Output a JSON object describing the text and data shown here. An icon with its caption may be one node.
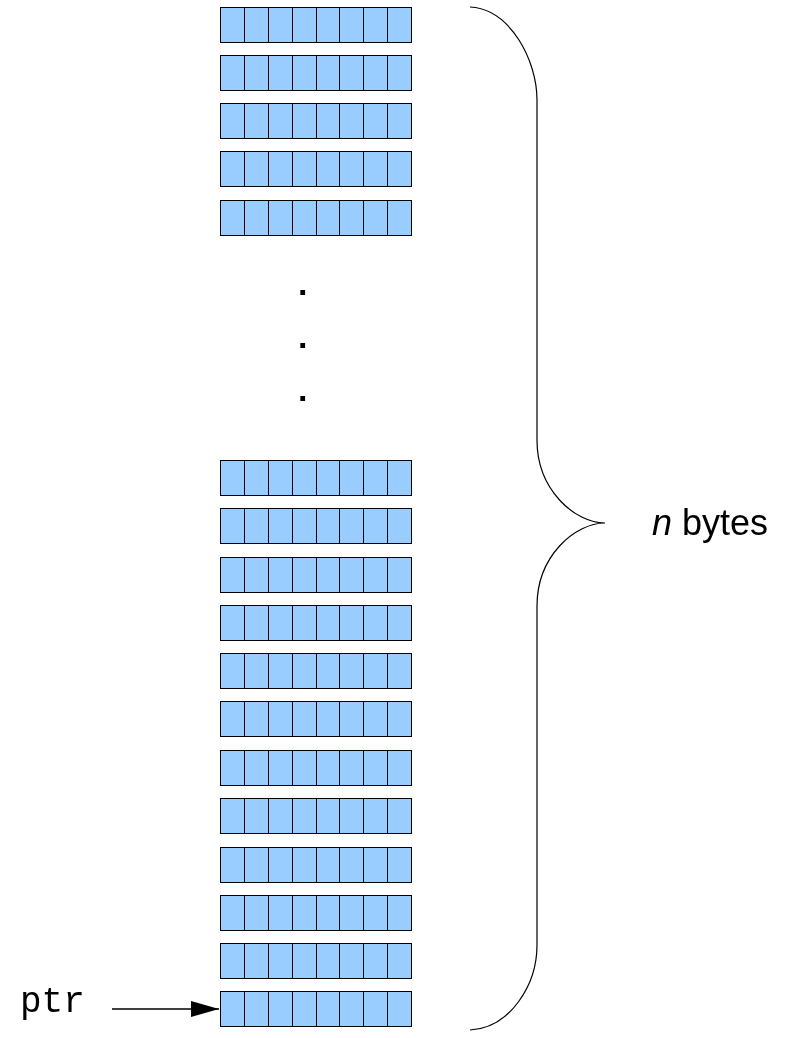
{
  "diagram": {
    "nodes": [
      {
        "text": [],
        "shape": "bar"
      },
      {
        "text": [],
        "shape": "bar"
      },
      {
        "text": [],
        "shape": "bar"
      },
      {
        "text": [],
        "shape": "bar"
      },
      {
        "text": [],
        "shape": "bar"
      },
      {
        "text": [],
        "shape": "bar"
      },
      {
        "text": [],
        "shape": "bar"
      },
      {
        "text": [],
        "shape": "bar"
      },
      {
        "text": [],
        "shape": "bar"
      },
      {
        "text": [],
        "shape": "bar"
      },
      {
        "text": [],
        "shape": "bar"
      },
      {
        "text": [],
        "shape": "bar"
      },
      {
        "text": [],
        "shape": "bar"
      },
      {
        "text": [],
        "shape": "bar"
      },
      {
        "text": [],
        "shape": "bar"
      },
      {
        "text": [],
        "shape": "bar"
      },
      {
        "text": [],
        "shape": "bar"
      },
      {
        "text": [
          "ptr"
        ]
      }
    ],
    "edges": [
      {
        "from": 17,
        "to": 16,
        "arrow": "to"
      }
    ],
    "labels": [
      ".",
      ".",
      ".",
      "*n* bytes"
    ]
  }
}
